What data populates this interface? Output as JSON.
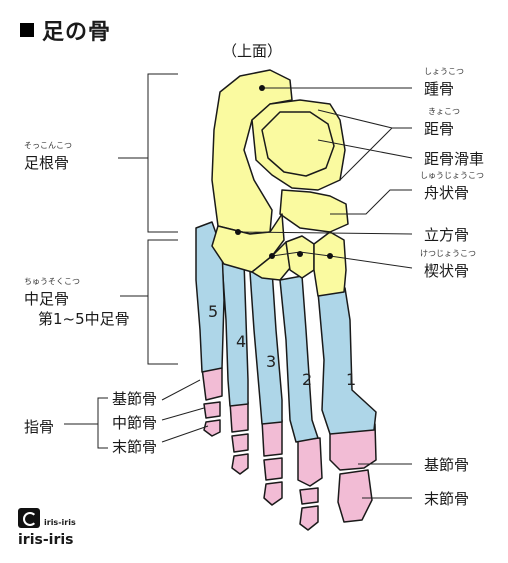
{
  "title": "足の骨",
  "view": "（上面）",
  "colors": {
    "tarsal": "#fafaa0",
    "metatarsal": "#aed6e8",
    "phalanx": "#f2bcd5",
    "outline": "#1a1a1a"
  },
  "labels": {
    "calcaneus": {
      "text": "踵骨",
      "ruby": "しょうこつ"
    },
    "talus": {
      "text": "距骨",
      "ruby": "きょこつ"
    },
    "trochlea": {
      "text": "距骨滑車"
    },
    "navicular": {
      "text": "舟状骨",
      "ruby": "しゅうじょうこつ"
    },
    "cuboid": {
      "text": "立方骨"
    },
    "cuneiform": {
      "text": "楔状骨",
      "ruby": "けつじょうこつ"
    },
    "tarsals": {
      "text": "足根骨",
      "ruby": "そっこんこつ"
    },
    "metatarsals": {
      "text": "中足骨",
      "ruby": "ちゅうそくこつ",
      "sub": "第1~5中足骨"
    },
    "phalanges": {
      "text": "指骨"
    },
    "proximal_left": {
      "text": "基節骨"
    },
    "middle_left": {
      "text": "中節骨"
    },
    "distal_left": {
      "text": "末節骨"
    },
    "proximal_right": {
      "text": "基節骨"
    },
    "distal_right": {
      "text": "末節骨"
    }
  },
  "metatarsal_numbers": [
    "1",
    "2",
    "3",
    "4",
    "5"
  ],
  "logo": {
    "small": "iris-iris",
    "main": "iris-iris"
  }
}
